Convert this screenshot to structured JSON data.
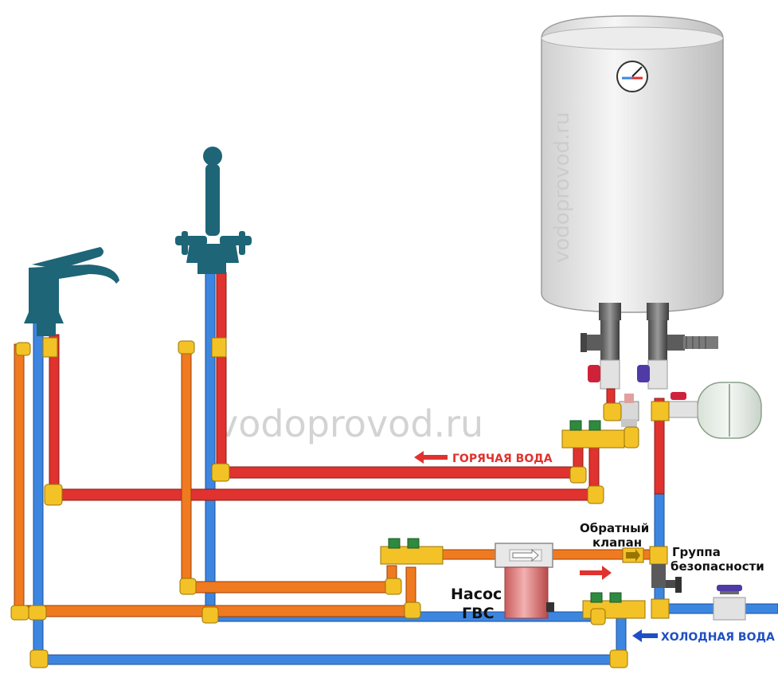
{
  "watermark": {
    "main": "vodoprovod.ru",
    "tank": "vodoprovod.ru"
  },
  "labels": {
    "hot_water": "ГОРЯЧАЯ ВОДА",
    "cold_water": "ХОЛОДНАЯ ВОДА",
    "check_valve_line1": "Обратный",
    "check_valve_line2": "клапан",
    "safety_group_line1": "Группа",
    "safety_group_line2": "безопасности",
    "pump_line1": "Насос",
    "pump_line2": "ГВС"
  },
  "colors": {
    "hot_pipe": "#e0322e",
    "hot_pipe_dark": "#8a1b18",
    "cold_pipe": "#3d86e0",
    "cold_pipe_dark": "#1b4f9a",
    "return_pipe": "#f07a20",
    "return_pipe_dark": "#9a3f08",
    "fitting": "#f3c227",
    "fitting_dark": "#9a7400",
    "faucet": "#1d6577",
    "tank_body": "#e5e5e5",
    "pump_body": "#e58b8b",
    "label_hot": "#e0322e",
    "label_cold": "#1f4fc4"
  }
}
